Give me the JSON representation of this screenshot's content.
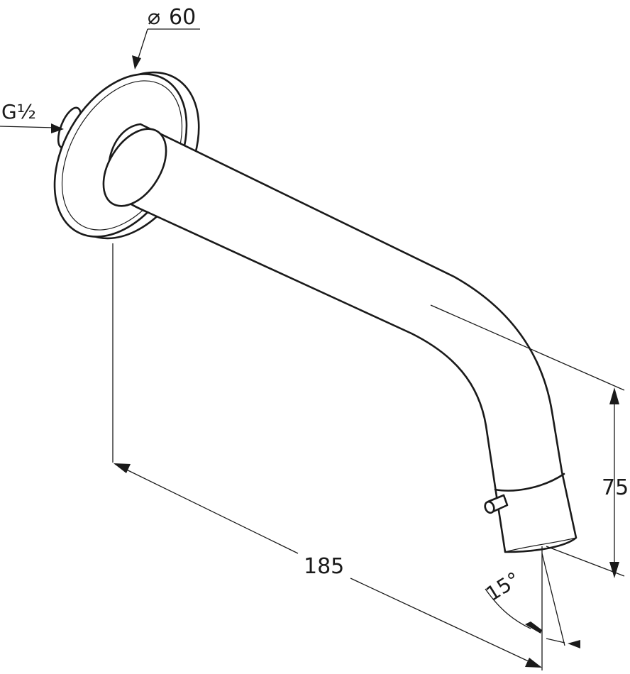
{
  "dimensions": {
    "flange_diameter_symbol": "⌀",
    "flange_diameter": "60",
    "thread": "G½",
    "height": "75",
    "length": "185",
    "angle": "15°"
  },
  "colors": {
    "line": "#1a1a1a",
    "background": "#ffffff"
  }
}
